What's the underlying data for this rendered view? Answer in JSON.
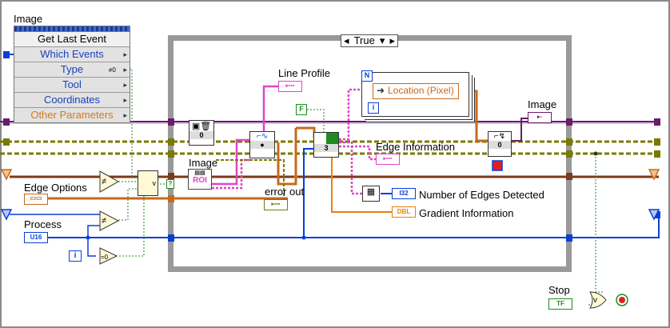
{
  "labels": {
    "image_top": "Image",
    "edge_options": "Edge Options",
    "process": "Process",
    "line_profile": "Line Profile",
    "image_inner": "Image",
    "error_out": "error out",
    "edge_information": "Edge Information",
    "image_out": "Image",
    "number_of_edges": "Number of Edges Detected",
    "gradient_information": "Gradient Information",
    "stop": "Stop"
  },
  "property_node": {
    "rows": [
      {
        "label": "Get Last Event",
        "style": "get"
      },
      {
        "label": "Which Events",
        "style": "blue"
      },
      {
        "label": "Type",
        "style": "blue"
      },
      {
        "label": "Tool",
        "style": "blue"
      },
      {
        "label": "Coordinates",
        "style": "blue"
      },
      {
        "label": "Other Parameters",
        "style": "orange"
      }
    ]
  },
  "case_structure": {
    "selector": "True"
  },
  "terminals": {
    "u16": "U16",
    "i": "i",
    "roi": "ROI",
    "f_const": "F",
    "n_const": "N",
    "i_const": "i",
    "i32": "I32",
    "dbl": "DBL",
    "tf": "TF",
    "location": "Location (Pixel)",
    "eq0": "=0",
    "neq": "≠",
    "idx": "3",
    "zero": "0"
  },
  "colors": {
    "blue_wire": "#0a3fd6",
    "orange_wire": "#c8691d",
    "brown_wire": "#7a3b1a",
    "magenta_wire": "#e045c8",
    "purple_wire": "#6a1b6a",
    "olive_wire": "#7a7a00",
    "green_wire": "#1f8a1f",
    "frame_gray": "#999999"
  }
}
